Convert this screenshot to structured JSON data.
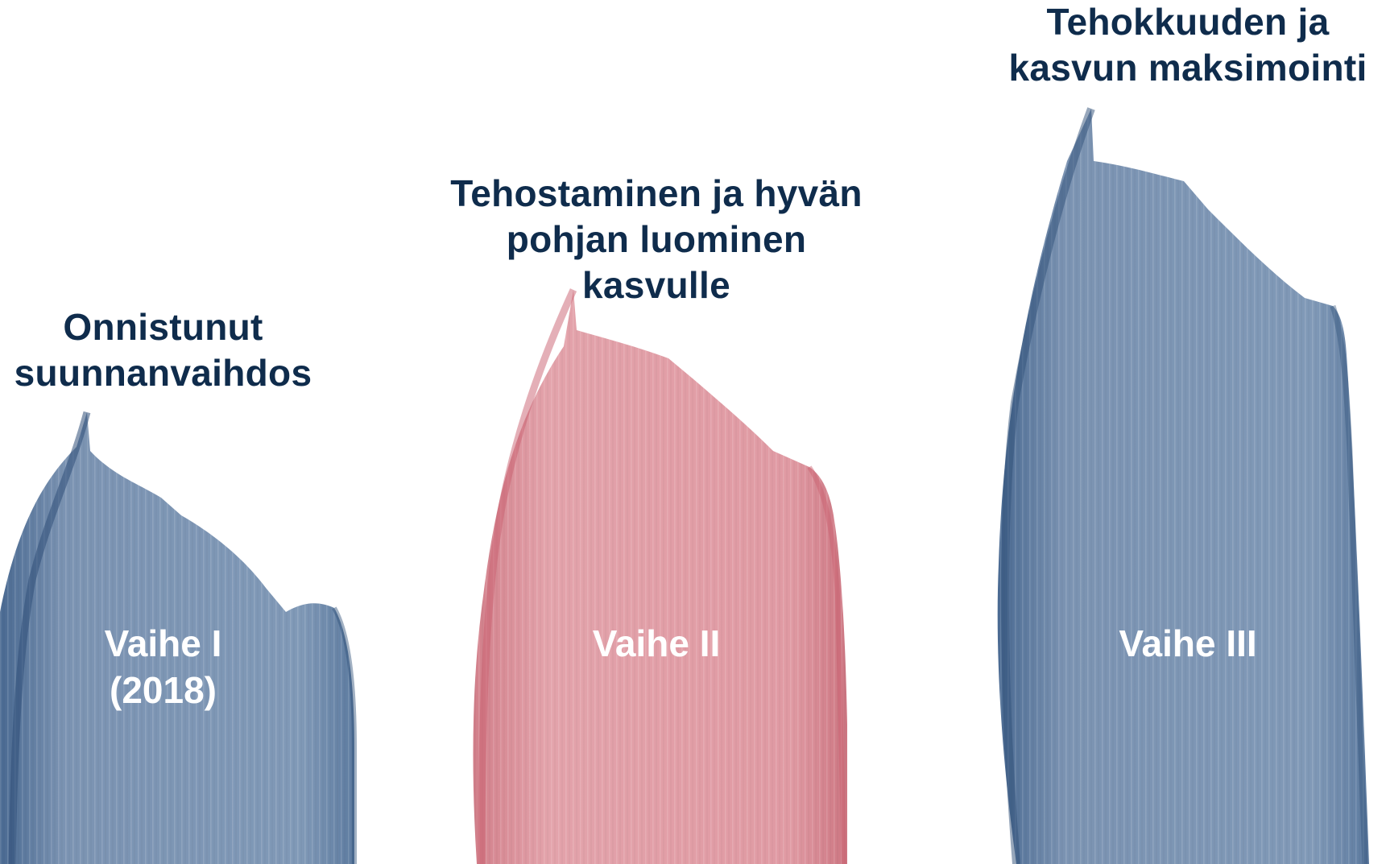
{
  "colors": {
    "title_text": "#0f2c4c",
    "phase_text": "#ffffff",
    "blue_paint": "#7b93b2",
    "blue_paint_dark": "#3f5f86",
    "pink_paint": "#df9ba3",
    "pink_paint_dark": "#c96e7a",
    "background": "#ffffff"
  },
  "stages": [
    {
      "title": "Onnistunut\nsuunnanvaihdos",
      "phase_label": "Vaihe I\n(2018)",
      "color": "blue"
    },
    {
      "title": "Tehostaminen ja hyvän\npohjan luominen\nkasvulle",
      "phase_label": "Vaihe II",
      "color": "pink"
    },
    {
      "title": "Tehokkuuden ja\nkasvun maksimointi",
      "phase_label": "Vaihe III",
      "color": "blue"
    }
  ]
}
